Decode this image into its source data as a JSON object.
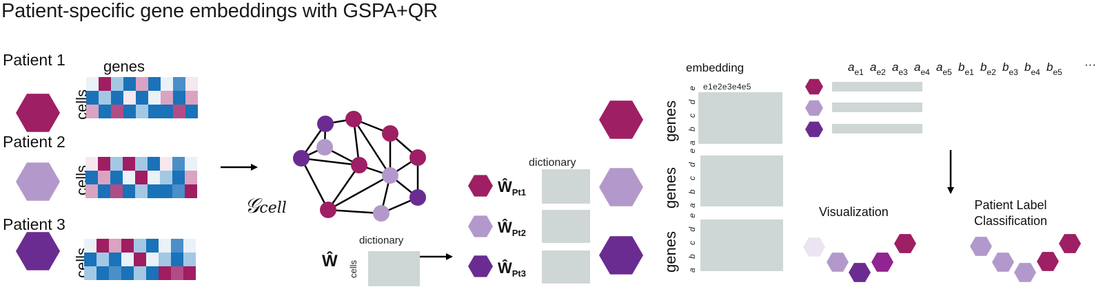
{
  "title": "Patient-specific gene embeddings with GSPA+QR",
  "colors": {
    "magenta": "#9e1f63",
    "light_purple": "#b399cb",
    "dark_purple": "#6a2c91",
    "very_light_purple": "#ebe4f2",
    "mid_magenta": "#922392",
    "box_gray": "#cfd7d6",
    "heat_dark_blue": "#1a72b9",
    "heat_mid_blue": "#4a8fc8",
    "heat_light_blue": "#a3c8e4",
    "heat_pale": "#eaf1f7",
    "heat_pale_pink": "#f5e8ef",
    "heat_pink": "#d9a3c1",
    "heat_rose": "#b14c86",
    "heat_magenta": "#a01d62"
  },
  "patients": [
    {
      "label": "Patient 1",
      "color": "magenta",
      "genes_label": "genes",
      "cells_label": "cells",
      "heatmap": [
        [
          "heat_pale",
          "heat_magenta",
          "heat_light_blue",
          "heat_dark_blue",
          "heat_pink",
          "heat_dark_blue",
          "heat_pale",
          "heat_mid_blue",
          "heat_pale_pink"
        ],
        [
          "heat_dark_blue",
          "heat_light_blue",
          "heat_dark_blue",
          "heat_pale_pink",
          "heat_dark_blue",
          "heat_pale",
          "heat_pink",
          "heat_dark_blue",
          "heat_pink"
        ],
        [
          "heat_pink",
          "heat_dark_blue",
          "heat_rose",
          "heat_dark_blue",
          "heat_light_blue",
          "heat_dark_blue",
          "heat_dark_blue",
          "heat_rose",
          "heat_dark_blue"
        ]
      ]
    },
    {
      "label": "Patient 2",
      "color": "light_purple",
      "cells_label": "cells",
      "heatmap": [
        [
          "heat_pale_pink",
          "heat_magenta",
          "heat_light_blue",
          "heat_magenta",
          "heat_light_blue",
          "heat_dark_blue",
          "heat_pale_pink",
          "heat_mid_blue",
          "heat_pale"
        ],
        [
          "heat_dark_blue",
          "heat_pink",
          "heat_dark_blue",
          "heat_pale",
          "heat_magenta",
          "heat_pale",
          "heat_light_blue",
          "heat_dark_blue",
          "heat_pink"
        ],
        [
          "heat_pink",
          "heat_dark_blue",
          "heat_rose",
          "heat_dark_blue",
          "heat_light_blue",
          "heat_dark_blue",
          "heat_dark_blue",
          "heat_mid_blue",
          "heat_magenta"
        ]
      ]
    },
    {
      "label": "Patient 3",
      "color": "dark_purple",
      "cells_label": "cells",
      "heatmap": [
        [
          "heat_pale",
          "heat_magenta",
          "heat_pink",
          "heat_magenta",
          "heat_light_blue",
          "heat_dark_blue",
          "heat_pale",
          "heat_mid_blue",
          "heat_pale"
        ],
        [
          "heat_dark_blue",
          "heat_light_blue",
          "heat_dark_blue",
          "heat_pale",
          "heat_magenta",
          "heat_pale",
          "heat_light_blue",
          "heat_dark_blue",
          "heat_light_blue"
        ],
        [
          "heat_light_blue",
          "heat_dark_blue",
          "heat_mid_blue",
          "heat_dark_blue",
          "heat_light_blue",
          "heat_dark_blue",
          "heat_magenta",
          "heat_rose",
          "heat_magenta"
        ]
      ]
    }
  ],
  "graph": {
    "label": "𝒢",
    "label_sub": "cell",
    "nodes": [
      {
        "id": "n1",
        "color": "dark_purple"
      },
      {
        "id": "n2",
        "color": "magenta"
      },
      {
        "id": "n3",
        "color": "magenta"
      },
      {
        "id": "n4",
        "color": "light_purple"
      },
      {
        "id": "n5",
        "color": "dark_purple"
      },
      {
        "id": "n6",
        "color": "magenta"
      },
      {
        "id": "n7",
        "color": "magenta"
      },
      {
        "id": "n8",
        "color": "light_purple"
      },
      {
        "id": "n9",
        "color": "dark_purple"
      },
      {
        "id": "n10",
        "color": "magenta"
      },
      {
        "id": "n11",
        "color": "light_purple"
      }
    ],
    "edges": [
      [
        "n1",
        "n2"
      ],
      [
        "n1",
        "n4"
      ],
      [
        "n1",
        "n5"
      ],
      [
        "n2",
        "n3"
      ],
      [
        "n2",
        "n6"
      ],
      [
        "n2",
        "n8"
      ],
      [
        "n3",
        "n8"
      ],
      [
        "n3",
        "n7"
      ],
      [
        "n4",
        "n5"
      ],
      [
        "n4",
        "n6"
      ],
      [
        "n5",
        "n6"
      ],
      [
        "n5",
        "n10"
      ],
      [
        "n6",
        "n8"
      ],
      [
        "n6",
        "n10"
      ],
      [
        "n7",
        "n8"
      ],
      [
        "n7",
        "n9"
      ],
      [
        "n8",
        "n9"
      ],
      [
        "n8",
        "n10"
      ],
      [
        "n8",
        "n11"
      ],
      [
        "n9",
        "n11"
      ],
      [
        "n10",
        "n11"
      ]
    ]
  },
  "w_full": {
    "symbol": "Ŵ",
    "dictionary_label": "dictionary",
    "cells_label": "cells"
  },
  "w_patients": {
    "dictionary_label": "dictionary",
    "items": [
      {
        "symbol": "Ŵ",
        "sub": "Pt1",
        "color": "magenta"
      },
      {
        "symbol": "Ŵ",
        "sub": "Pt2",
        "color": "light_purple"
      },
      {
        "symbol": "Ŵ",
        "sub": "Pt3",
        "color": "dark_purple"
      }
    ]
  },
  "embeddings": {
    "header": "embedding",
    "columns_label": "e1e2e3e4e5",
    "rows_label": "a b c d e",
    "genes_label": "genes",
    "items": [
      {
        "color": "magenta"
      },
      {
        "color": "light_purple"
      },
      {
        "color": "dark_purple"
      }
    ]
  },
  "flattened": {
    "coefficients": [
      {
        "base": "a",
        "sub": "e1"
      },
      {
        "base": "a",
        "sub": "e2"
      },
      {
        "base": "a",
        "sub": "e3"
      },
      {
        "base": "a",
        "sub": "e4"
      },
      {
        "base": "a",
        "sub": "e5"
      },
      {
        "base": "b",
        "sub": "e1"
      },
      {
        "base": "b",
        "sub": "e2"
      },
      {
        "base": "b",
        "sub": "e3"
      },
      {
        "base": "b",
        "sub": "e4"
      },
      {
        "base": "b",
        "sub": "e5"
      }
    ],
    "ellipsis": "···",
    "rows": [
      {
        "color": "magenta"
      },
      {
        "color": "light_purple"
      },
      {
        "color": "dark_purple"
      }
    ]
  },
  "outputs": {
    "visualization": {
      "label": "Visualization",
      "hexes": [
        "very_light_purple",
        "light_purple",
        "dark_purple",
        "mid_magenta",
        "magenta"
      ]
    },
    "classification": {
      "label_line1": "Patient Label",
      "label_line2": "Classification",
      "hexes": [
        "light_purple",
        "light_purple",
        "light_purple",
        "magenta",
        "magenta"
      ]
    }
  }
}
